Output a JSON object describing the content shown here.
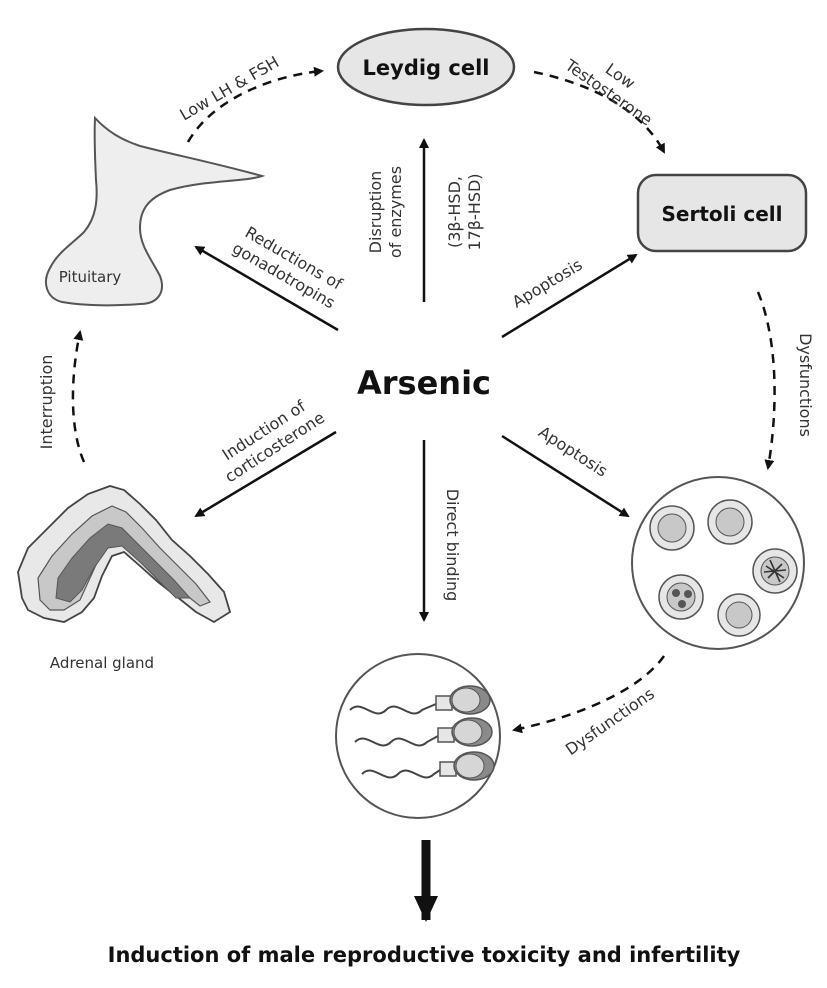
{
  "center": {
    "label": "Arsenic"
  },
  "nodes": {
    "leydig": "Leydig cell",
    "sertoli": "Sertoli cell",
    "pituitary": "Pituitary",
    "adrenal": "Adrenal gland"
  },
  "edges": {
    "low_lh_fsh": "Low LH & FSH",
    "low_testosterone_1": "Low",
    "low_testosterone_2": "Testosterone",
    "disruption_1": "Disruption",
    "disruption_2": "of enzymes",
    "enzymes_1": "(3β-HSD,",
    "enzymes_2": "17β-HSD)",
    "reductions_1": "Reductions of",
    "reductions_2": "gonadotropins",
    "apoptosis_sertoli": "Apoptosis",
    "dysfunctions_right": "Dysfunctions",
    "interruption": "Interruption",
    "induction_1": "Induction of",
    "induction_2": "corticosterone",
    "apoptosis_germ": "Apoptosis",
    "direct_binding": "Direct binding",
    "dysfunctions_bottom": "Dysfunctions"
  },
  "outcome": "Induction of male reproductive toxicity and infertility"
}
